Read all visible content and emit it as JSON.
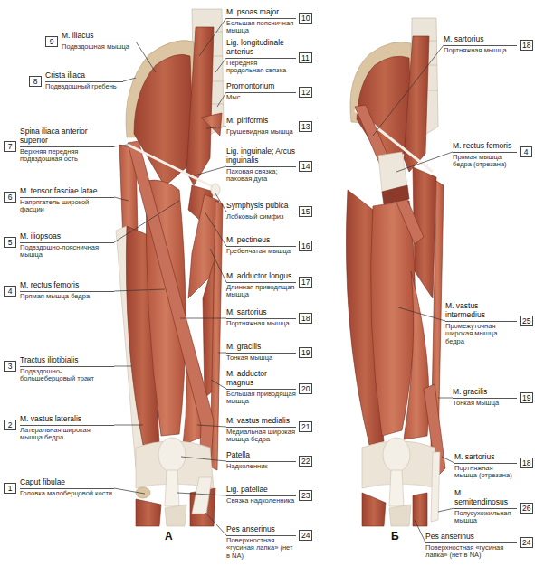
{
  "diagram": {
    "nodes": [
      {
        "text": [
          "9"
        ]
      },
      {
        "text": [
          "8"
        ]
      },
      {
        "text": [
          "7"
        ]
      },
      {
        "text": [
          "6"
        ]
      },
      {
        "text": [
          "5"
        ]
      },
      {
        "text": [
          "4"
        ]
      },
      {
        "text": [
          "3"
        ]
      },
      {
        "text": [
          "2"
        ]
      },
      {
        "text": [
          "1"
        ]
      },
      {
        "text": [
          "10"
        ]
      },
      {
        "text": [
          "11"
        ]
      },
      {
        "text": [
          "12"
        ]
      },
      {
        "text": [
          "13"
        ]
      },
      {
        "text": [
          "14"
        ]
      },
      {
        "text": [
          "15"
        ]
      },
      {
        "text": [
          "16"
        ]
      },
      {
        "text": [
          "17"
        ]
      },
      {
        "text": [
          "18"
        ]
      },
      {
        "text": [
          "19"
        ]
      },
      {
        "text": [
          "20"
        ]
      },
      {
        "text": [
          "21"
        ]
      },
      {
        "text": [
          "22"
        ]
      },
      {
        "text": [
          "23"
        ]
      },
      {
        "text": [
          "24"
        ]
      },
      {
        "text": [
          "18"
        ]
      },
      {
        "text": [
          "4"
        ]
      },
      {
        "text": [
          "25"
        ]
      },
      {
        "text": [
          "19"
        ]
      },
      {
        "text": [
          "18"
        ]
      },
      {
        "text": [
          "26"
        ]
      },
      {
        "text": [
          "24"
        ]
      }
    ],
    "labels": [
      "M. iliacus",
      "Подвздошная мышца",
      "Crista iliaca",
      "Подвздошный гребень",
      "Spina iliaca anterior superior",
      "Верхняя передняя подвздошная ость",
      "M. tensor fasciae latae",
      "Напрягатель широкой фасции",
      "M. iliopsoas",
      "Подвздошно-поясничная мышца",
      "M. rectus femoris",
      "Прямая мышца бедра",
      "Tractus iliotibialis",
      "Подвздошно-большеберцовый тракт",
      "M. vastus lateralis",
      "Латеральная широкая мышца бедра",
      "Caput fibulae",
      "Головка малоберцовой кости",
      "M. psoas major",
      "Большая поясничная мышца",
      "Lig. longitudinale anterius",
      "Передняя продольная связка",
      "Promontorium",
      "Мыс",
      "M. piriformis",
      "Грушевидная мышца",
      "Lig. inguinale; Arcus inguinalis",
      "Паховая связка; паховая дуга",
      "Symphysis pubica",
      "Лобковый симфиз",
      "M. pectineus",
      "Гребенчатая мышца",
      "M. adductor longus",
      "Длинная приводящая мышца",
      "M. sartorius",
      "Портняжная мышца",
      "M. gracilis",
      "Тонкая мышца",
      "M. adductor magnus",
      "Большая приводящая мышца",
      "M. vastus medialis",
      "Медиальная широкая мышца бедра",
      "Patella",
      "Надколенник",
      "Lig. patellae",
      "Связка надколенника",
      "Pes anserinus",
      "Поверхностная «гусиная лапка» (нет в NA)",
      "M. sartorius",
      "Портняжная мышца",
      "M. rectus femoris",
      "Прямая мышца бедра (отрезана)",
      "M. vastus intermedius",
      "Промежуточная широкая мышца бедра",
      "M. gracilis",
      "Тонкая мышца",
      "M. sartorius",
      "Портняжная мышца (отрезана)",
      "M. semitendinosus",
      "Полусухожильная мышца",
      "Pes anserinus",
      "Поверхностная «гусиная лапка» (нет в NA)",
      "А",
      "Б"
    ]
  }
}
